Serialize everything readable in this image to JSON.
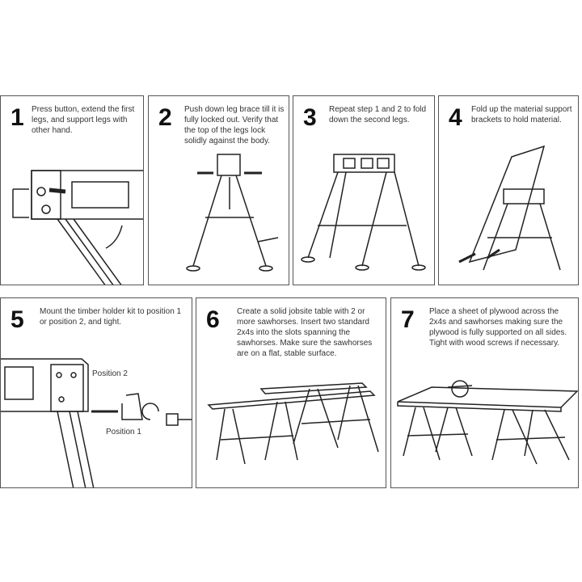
{
  "steps": [
    {
      "number": "1",
      "text": "Press button, extend the first legs, and support legs with other hand."
    },
    {
      "number": "2",
      "text": "Push down leg brace till it is fully locked out. Verify that the top of the legs lock solidly against the body."
    },
    {
      "number": "3",
      "text": "Repeat step 1 and 2 to fold down the second legs."
    },
    {
      "number": "4",
      "text": "Fold up the material support brackets to hold material."
    },
    {
      "number": "5",
      "text": "Mount the timber holder kit to position 1 or position 2, and tight.",
      "labels": {
        "position2": "Position 2",
        "position1": "Position 1"
      }
    },
    {
      "number": "6",
      "text": "Create a solid jobsite table with 2 or more sawhorses. Insert two standard 2x4s into the slots spanning the sawhorses. Make sure the sawhorses are on a flat, stable surface."
    },
    {
      "number": "7",
      "text": "Place a sheet of plywood across the 2x4s and sawhorses making sure the plywood is fully supported on all sides. Tight with wood screws if necessary."
    }
  ]
}
